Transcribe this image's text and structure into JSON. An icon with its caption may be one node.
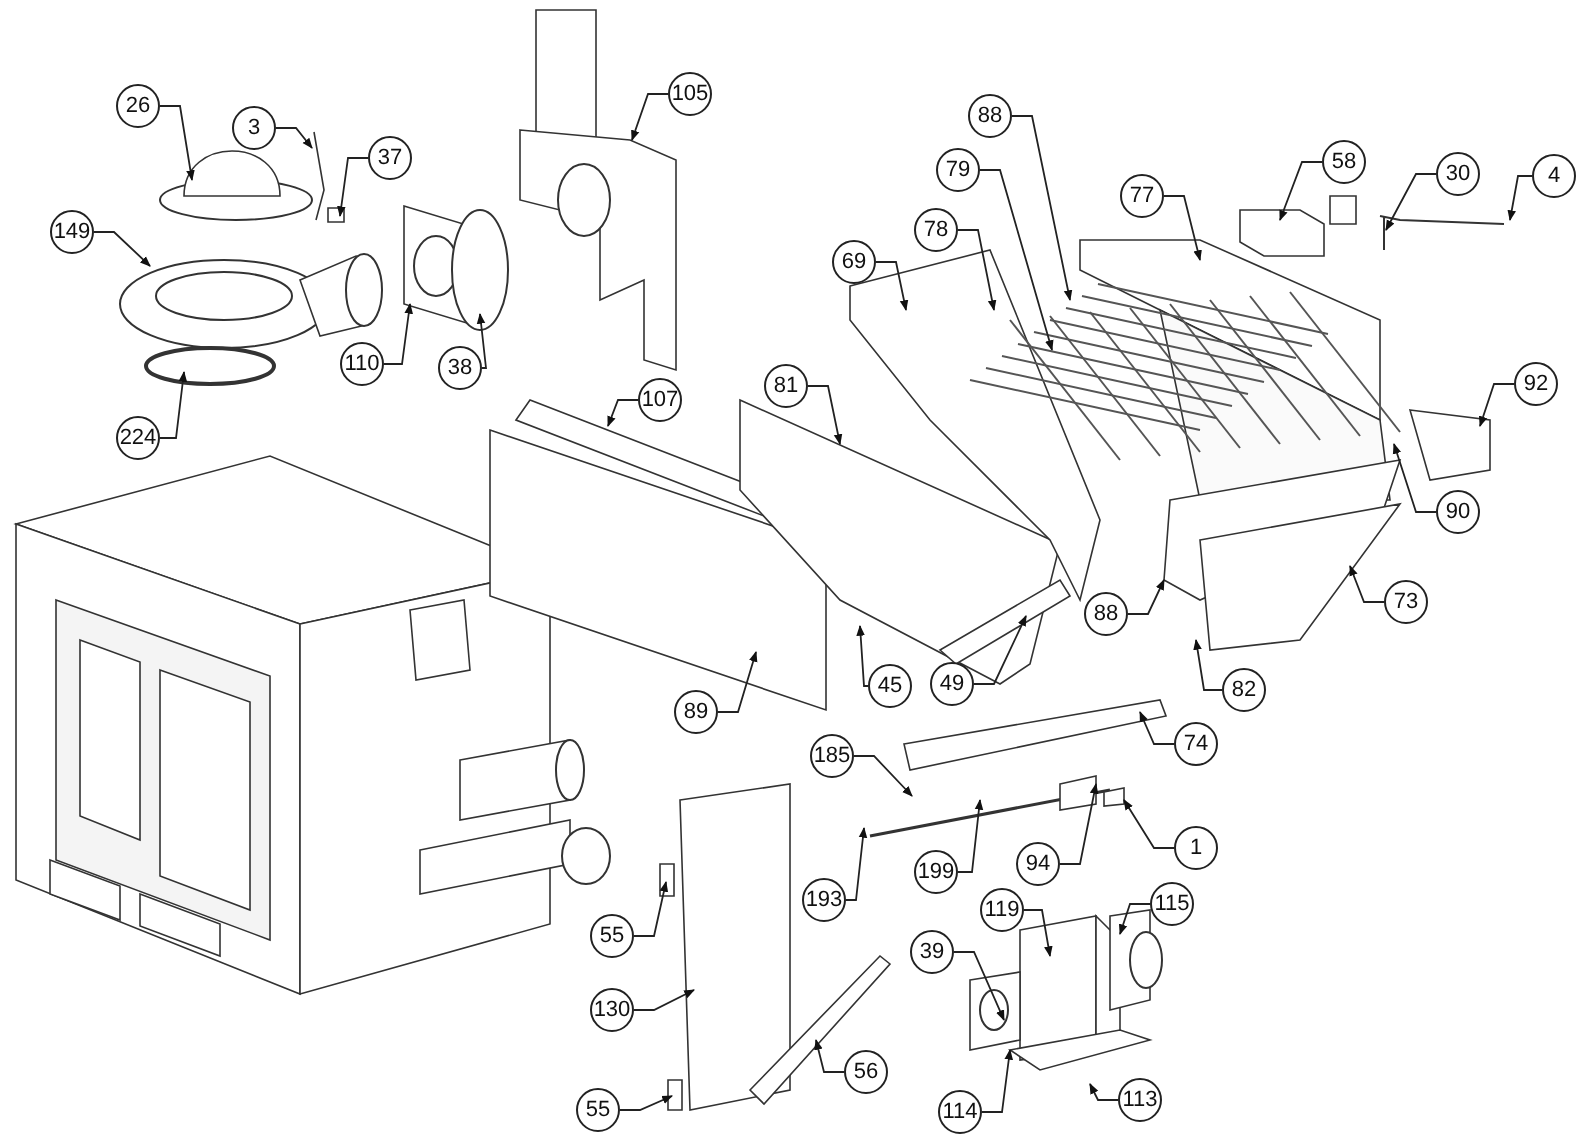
{
  "diagram": {
    "nodes": [
      {
        "text": [
          "105"
        ]
      },
      {
        "text": [
          "26"
        ]
      },
      {
        "text": [
          "88"
        ]
      },
      {
        "text": [
          "3"
        ]
      },
      {
        "text": [
          "37"
        ]
      },
      {
        "text": [
          "58"
        ]
      },
      {
        "text": [
          "79"
        ]
      },
      {
        "text": [
          "30"
        ]
      },
      {
        "text": [
          "4"
        ]
      },
      {
        "text": [
          "77"
        ]
      },
      {
        "text": [
          "78"
        ]
      },
      {
        "text": [
          "149"
        ]
      },
      {
        "text": [
          "69"
        ]
      },
      {
        "text": [
          "110"
        ]
      },
      {
        "text": [
          "38"
        ]
      },
      {
        "text": [
          "92"
        ]
      },
      {
        "text": [
          "81"
        ]
      },
      {
        "text": [
          "107"
        ]
      },
      {
        "text": [
          "224"
        ]
      },
      {
        "text": [
          "90"
        ]
      },
      {
        "text": [
          "73"
        ]
      },
      {
        "text": [
          "88"
        ]
      },
      {
        "text": [
          "49"
        ]
      },
      {
        "text": [
          "45"
        ]
      },
      {
        "text": [
          "82"
        ]
      },
      {
        "text": [
          "89"
        ]
      },
      {
        "text": [
          "74"
        ]
      },
      {
        "text": [
          "185"
        ]
      },
      {
        "text": [
          "1"
        ]
      },
      {
        "text": [
          "94"
        ]
      },
      {
        "text": [
          "199"
        ]
      },
      {
        "text": [
          "193"
        ]
      },
      {
        "text": [
          "115"
        ]
      },
      {
        "text": [
          "119"
        ]
      },
      {
        "text": [
          "55"
        ]
      },
      {
        "text": [
          "39"
        ]
      },
      {
        "text": [
          "130"
        ]
      },
      {
        "text": [
          "56"
        ]
      },
      {
        "text": [
          "113"
        ]
      },
      {
        "text": [
          "114"
        ]
      },
      {
        "text": [
          "55"
        ]
      }
    ],
    "edges": [
      {
        "from": 0,
        "to": null,
        "arrow": "to"
      },
      {
        "from": 1,
        "to": null,
        "arrow": "to"
      },
      {
        "from": 2,
        "to": null,
        "arrow": "to"
      },
      {
        "from": 3,
        "to": null,
        "arrow": "to"
      },
      {
        "from": 4,
        "to": null,
        "arrow": "to"
      },
      {
        "from": 5,
        "to": null,
        "arrow": "to"
      },
      {
        "from": 6,
        "to": null,
        "arrow": "to"
      },
      {
        "from": 7,
        "to": null,
        "arrow": "to"
      },
      {
        "from": 8,
        "to": null,
        "arrow": "to"
      },
      {
        "from": 9,
        "to": null,
        "arrow": "to"
      },
      {
        "from": 10,
        "to": null,
        "arrow": "to"
      },
      {
        "from": 11,
        "to": null,
        "arrow": "to"
      },
      {
        "from": 12,
        "to": null,
        "arrow": "to"
      },
      {
        "from": 13,
        "to": null,
        "arrow": "to"
      },
      {
        "from": 14,
        "to": null,
        "arrow": "to"
      },
      {
        "from": 15,
        "to": null,
        "arrow": "to"
      },
      {
        "from": 16,
        "to": null,
        "arrow": "to"
      },
      {
        "from": 17,
        "to": null,
        "arrow": "to"
      },
      {
        "from": 18,
        "to": null,
        "arrow": "to"
      },
      {
        "from": 19,
        "to": null,
        "arrow": "to"
      },
      {
        "from": 20,
        "to": null,
        "arrow": "to"
      },
      {
        "from": 21,
        "to": null,
        "arrow": "to"
      },
      {
        "from": 22,
        "to": null,
        "arrow": "to"
      },
      {
        "from": 23,
        "to": null,
        "arrow": "to"
      },
      {
        "from": 24,
        "to": null,
        "arrow": "to"
      },
      {
        "from": 25,
        "to": null,
        "arrow": "to"
      },
      {
        "from": 26,
        "to": null,
        "arrow": "to"
      },
      {
        "from": 27,
        "to": null,
        "arrow": "to"
      },
      {
        "from": 28,
        "to": null,
        "arrow": "to"
      },
      {
        "from": 29,
        "to": null,
        "arrow": "to"
      },
      {
        "from": 30,
        "to": null,
        "arrow": "to"
      },
      {
        "from": 31,
        "to": null,
        "arrow": "to"
      },
      {
        "from": 32,
        "to": null,
        "arrow": "to"
      },
      {
        "from": 33,
        "to": null,
        "arrow": "to"
      },
      {
        "from": 34,
        "to": null,
        "arrow": "to"
      },
      {
        "from": 35,
        "to": null,
        "arrow": "to"
      },
      {
        "from": 36,
        "to": null,
        "arrow": "to"
      },
      {
        "from": 37,
        "to": null,
        "arrow": "to"
      },
      {
        "from": 38,
        "to": null,
        "arrow": "to"
      },
      {
        "from": 39,
        "to": null,
        "arrow": "to"
      },
      {
        "from": 40,
        "to": null,
        "arrow": "to"
      }
    ]
  }
}
